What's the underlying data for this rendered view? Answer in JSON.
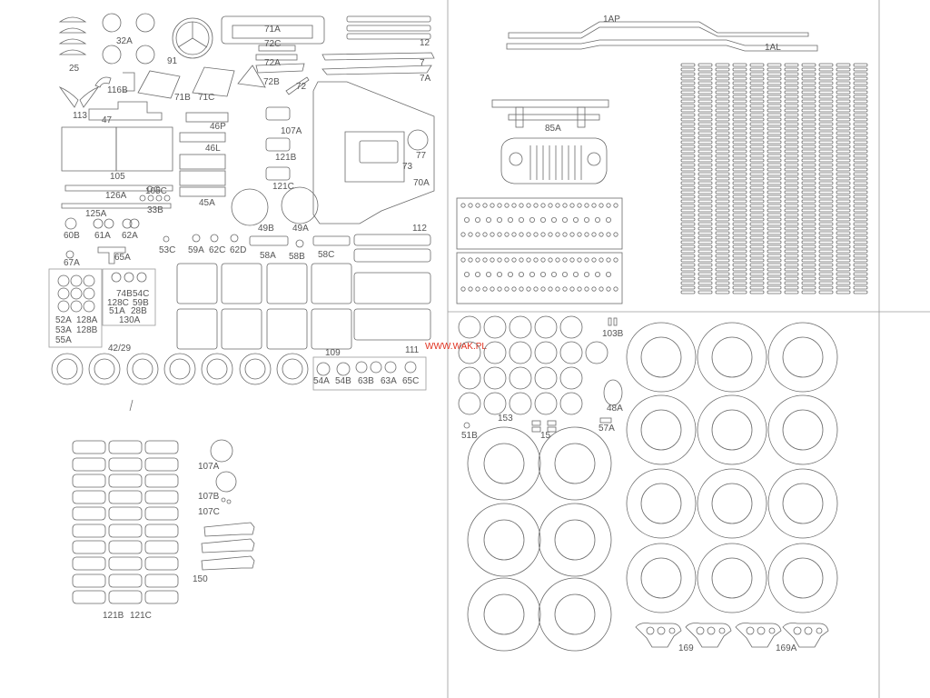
{
  "watermark": "WWW.WAK.PL",
  "colors": {
    "line": "#6a6a6a",
    "label": "#555555",
    "watermark": "#e0301e",
    "background": "#ffffff"
  },
  "labels": {
    "l25": "25",
    "l32a": "32A",
    "l91": "91",
    "l71a": "71A",
    "l72c": "72C",
    "l72a": "72A",
    "l72b": "72B",
    "l72": "72",
    "l12": "12",
    "l7": "7",
    "l7a": "7A",
    "l113": "113",
    "l116b": "116B",
    "l71b": "71B",
    "l71c": "71C",
    "l47": "47",
    "l46p": "46P",
    "l46l": "46L",
    "l107a": "107A",
    "l121b_top": "121B",
    "l121c_top": "121C",
    "l77": "77",
    "l73": "73",
    "l70a": "70A",
    "l105": "105",
    "l126a": "126A",
    "l105c": "105C",
    "l33b": "33B",
    "l45a": "45A",
    "l125a": "125A",
    "l49b": "49B",
    "l49a": "49A",
    "l112": "112",
    "l60b": "60B",
    "l61a": "61A",
    "l62a": "62A",
    "l53c": "53C",
    "l59a": "59A",
    "l62c": "62C",
    "l62d": "62D",
    "l58a": "58A",
    "l58b": "58B",
    "l58c": "58C",
    "l67a": "67A",
    "l65a": "65A",
    "l74b": "74B",
    "l54c": "54C",
    "l128c": "128C",
    "l59b": "59B",
    "l51a": "51A",
    "l28b": "28B",
    "l130a": "130A",
    "l52a": "52A",
    "l128a": "128A",
    "l53a": "53A",
    "l128b": "128B",
    "l55a": "55A",
    "l42_29": "42/29",
    "l109": "109",
    "l111": "111",
    "l54a": "54A",
    "l54b": "54B",
    "l63b": "63B",
    "l63a": "63A",
    "l65c": "65C",
    "l107a_bottom": "107A",
    "l107b": "107B",
    "l107c": "107C",
    "l150": "150",
    "l121b_bottom": "121B",
    "l121c_bottom": "121C",
    "l1ap": "1AP",
    "l1al": "1AL",
    "l85a": "85A",
    "l103b": "103B",
    "l48a": "48A",
    "l57a": "57A",
    "l51b": "51B",
    "l153": "153",
    "l15": "15",
    "l169": "169",
    "l169a": "169A"
  }
}
